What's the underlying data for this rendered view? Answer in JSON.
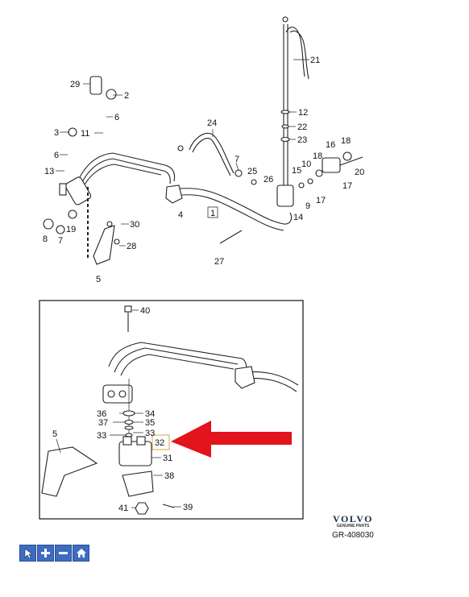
{
  "callouts": {
    "c1": "1",
    "c2": "2",
    "c3": "3",
    "c4": "4",
    "c5": "5",
    "c6a": "6",
    "c6b": "6",
    "c7a": "7",
    "c7b": "7",
    "c8": "8",
    "c9": "9",
    "c10": "10",
    "c11": "11",
    "c12": "12",
    "c13": "13",
    "c14": "14",
    "c15": "15",
    "c16": "16",
    "c17a": "17",
    "c17b": "17",
    "c18a": "18",
    "c18b": "18",
    "c19": "19",
    "c20": "20",
    "c21": "21",
    "c22": "22",
    "c23": "23",
    "c24": "24",
    "c25": "25",
    "c26": "26",
    "c27": "27",
    "c28": "28",
    "c29": "29",
    "c30": "30"
  },
  "detail_callouts": {
    "c31": "31",
    "c32": "32",
    "c33a": "33",
    "c33b": "33",
    "c34": "34",
    "c35": "35",
    "c36": "36",
    "c37": "37",
    "c38": "38",
    "c39": "39",
    "c40": "40",
    "c41": "41",
    "c5": "5"
  },
  "highlight": {
    "color": "#e3141b",
    "part": "32"
  },
  "brand": {
    "logo": "VOLVO",
    "tagline": "GENUINE PARTS",
    "code": "GR-408030"
  },
  "toolbar": {
    "buttons": [
      {
        "name": "select",
        "icon": "cursor-icon"
      },
      {
        "name": "zoom-in",
        "icon": "plus-icon"
      },
      {
        "name": "zoom-out",
        "icon": "minus-icon"
      },
      {
        "name": "home",
        "icon": "home-icon"
      }
    ]
  }
}
